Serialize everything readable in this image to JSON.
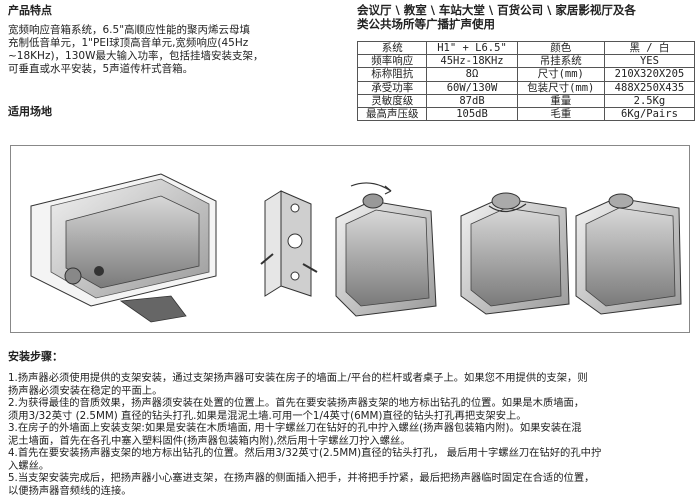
{
  "features": {
    "title": "产品特点",
    "body": "宽频响应音箱系统，6.5\"高顺应性能的聚丙烯云母填\n充制低音单元，1\"PEI球顶高音单元,宽频响应(45Hz\n~18KHz)，130W最大输入功率，包括挂墙安装支架，\n可垂直或水平安装，5声道传杆式音箱。"
  },
  "venues": {
    "title": "适用场地",
    "body": "会议厅 \\ 教室 \\ 车站大堂 \\ 百货公司 \\ 家居影视厅及各\n类公共场所等广播扩声使用"
  },
  "specs": {
    "rows": [
      [
        "系统",
        "H1\" + L6.5\"",
        "颜色",
        "黑 / 白"
      ],
      [
        "频率响应",
        "45Hz-18KHz",
        "吊挂系统",
        "YES"
      ],
      [
        "标称阻抗",
        "8Ω",
        "尺寸(mm)",
        "210X320X205"
      ],
      [
        "承受功率",
        "60W/130W",
        "包装尺寸(mm)",
        "488X250X435"
      ],
      [
        "灵敏度级",
        "87dB",
        "重量",
        "2.5Kg"
      ],
      [
        "最高声压级",
        "105dB",
        "毛重",
        "6Kg/Pairs"
      ]
    ]
  },
  "install": {
    "title": "安装步骤：",
    "steps": [
      "1.扬声器必须使用提供的支架安装，通过支架扬声器可安装在房子的墙面上/平台的栏杆或者桌子上。如果您不用提供的支架，则",
      "扬声器必须安装在稳定的平面上。",
      "2.为获得最佳的音质效果，扬声器须安装在处置的位置上。首先在要安装扬声器支架的地方标出钻孔的位置。如果是木质墙面，",
      "须用3/32英寸 (2.5MM) 直径的钻头打孔.如果是混泥土墙.可用一个1/4英寸(6MM)直径的钻头打孔再把支架安上。",
      "3.在房子的外墙面上安装支架:如果是安装在木质墙面, 用十字螺丝刀在钻好的孔中拧入螺丝(扬声器包装箱内附)。如果安装在混",
      "泥土墙面，首先在各孔中塞入塑料固件(扬声器包装箱内附),然后用十字螺丝刀拧入螺丝。",
      "4.首先在要安装扬声器支架的地方标出钻孔的位置。然后用3/32英寸(2.5MM)直径的钻头打孔， 最后用十字螺丝刀在钻好的孔中拧",
      "入螺丝。",
      "5.当支架安装完成后，把扬声器小心塞进支架，在扬声器的侧面插入把手，并将把手拧紧，最后把扬声器临时固定在合适的位置，",
      "以便扬声器音频线的连接。"
    ]
  }
}
